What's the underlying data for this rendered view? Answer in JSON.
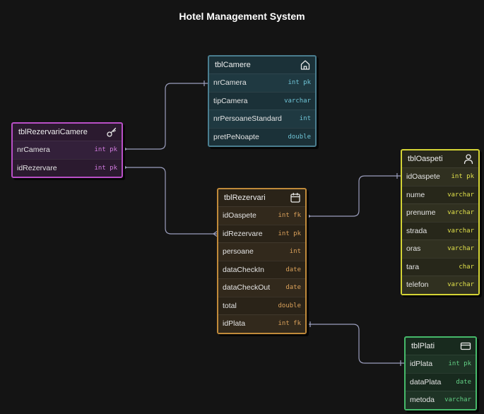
{
  "title": "Hotel Management System",
  "colors": {
    "camere": "#4a7d8f",
    "rezervariCamere": "#b94fc7",
    "rezervari": "#c08a3a",
    "oaspeti": "#d4d435",
    "plati": "#46b96a",
    "link": "#9b9ebd"
  },
  "tables": {
    "camere": {
      "name": "tblCamere",
      "icon": "home-icon",
      "columns": [
        {
          "name": "nrCamera",
          "type": "int pk"
        },
        {
          "name": "tipCamera",
          "type": "varchar"
        },
        {
          "name": "nrPersoaneStandard",
          "type": "int"
        },
        {
          "name": "pretPeNoapte",
          "type": "double"
        }
      ]
    },
    "rezervariCamere": {
      "name": "tblRezervariCamere",
      "icon": "key-icon",
      "columns": [
        {
          "name": "nrCamera",
          "type": "int pk"
        },
        {
          "name": "idRezervare",
          "type": "int pk"
        }
      ]
    },
    "rezervari": {
      "name": "tblRezervari",
      "icon": "calendar-icon",
      "columns": [
        {
          "name": "idOaspete",
          "type": "int fk"
        },
        {
          "name": "idRezervare",
          "type": "int pk"
        },
        {
          "name": "persoane",
          "type": "int"
        },
        {
          "name": "dataCheckIn",
          "type": "date"
        },
        {
          "name": "dataCheckOut",
          "type": "date"
        },
        {
          "name": "total",
          "type": "double"
        },
        {
          "name": "idPlata",
          "type": "int fk"
        }
      ]
    },
    "oaspeti": {
      "name": "tblOaspeti",
      "icon": "user-icon",
      "columns": [
        {
          "name": "idOaspete",
          "type": "int pk"
        },
        {
          "name": "nume",
          "type": "varchar"
        },
        {
          "name": "prenume",
          "type": "varchar"
        },
        {
          "name": "strada",
          "type": "varchar"
        },
        {
          "name": "oras",
          "type": "varchar"
        },
        {
          "name": "tara",
          "type": "char"
        },
        {
          "name": "telefon",
          "type": "varchar"
        }
      ]
    },
    "plati": {
      "name": "tblPlati",
      "icon": "credit-card-icon",
      "columns": [
        {
          "name": "idPlata",
          "type": "int pk"
        },
        {
          "name": "dataPlata",
          "type": "date"
        },
        {
          "name": "metoda",
          "type": "varchar"
        }
      ]
    }
  }
}
